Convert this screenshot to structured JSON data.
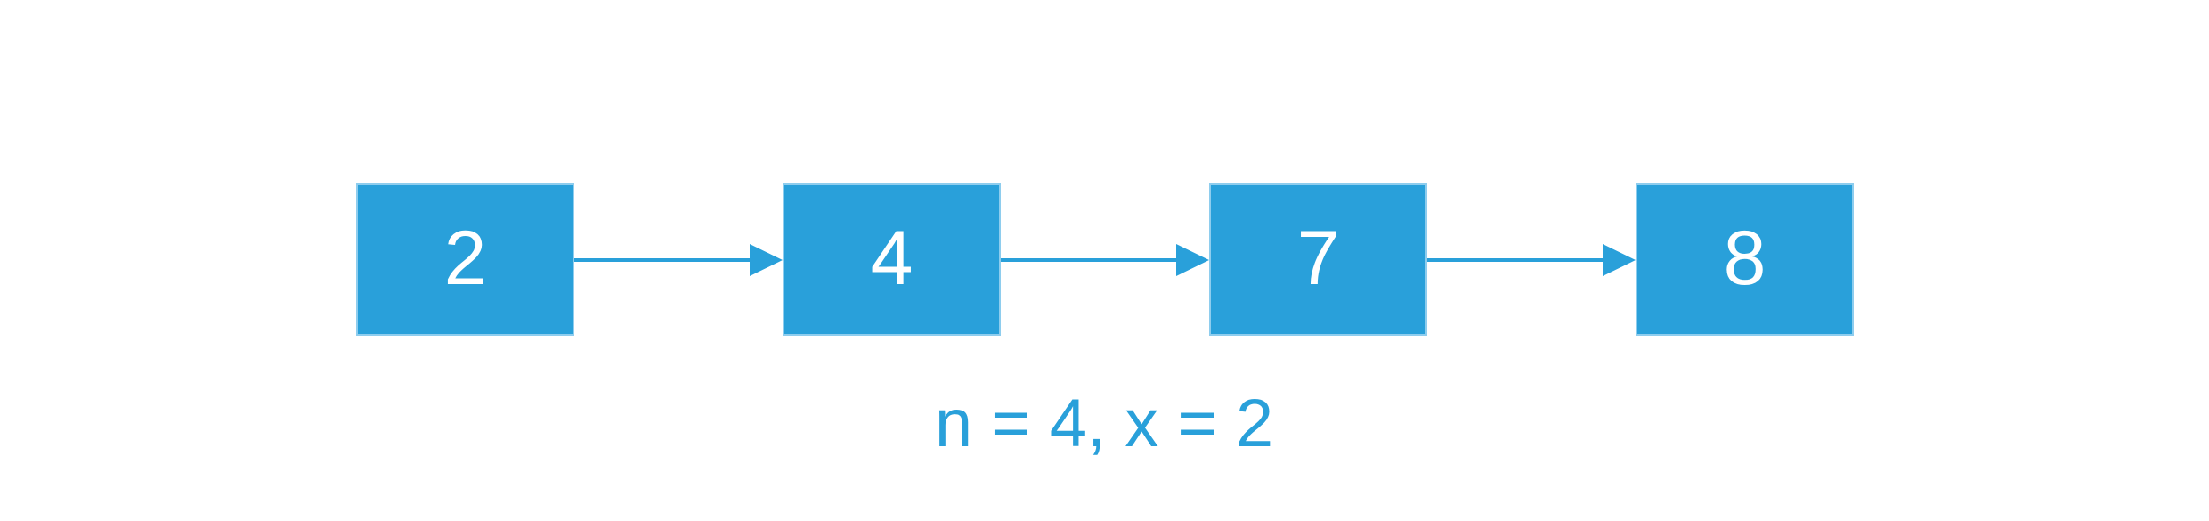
{
  "diagram": {
    "nodes": [
      "2",
      "4",
      "7",
      "8"
    ],
    "caption": "n = 4, x = 2"
  },
  "icons": {
    "arrow": "right-arrow"
  },
  "colors": {
    "node_fill": "#29a0da",
    "node_border": "#8ecdee",
    "node_text": "#ffffff",
    "arrow_color": "#29a0da",
    "caption_color": "#29a0da",
    "page_bg": "#ffffff"
  }
}
